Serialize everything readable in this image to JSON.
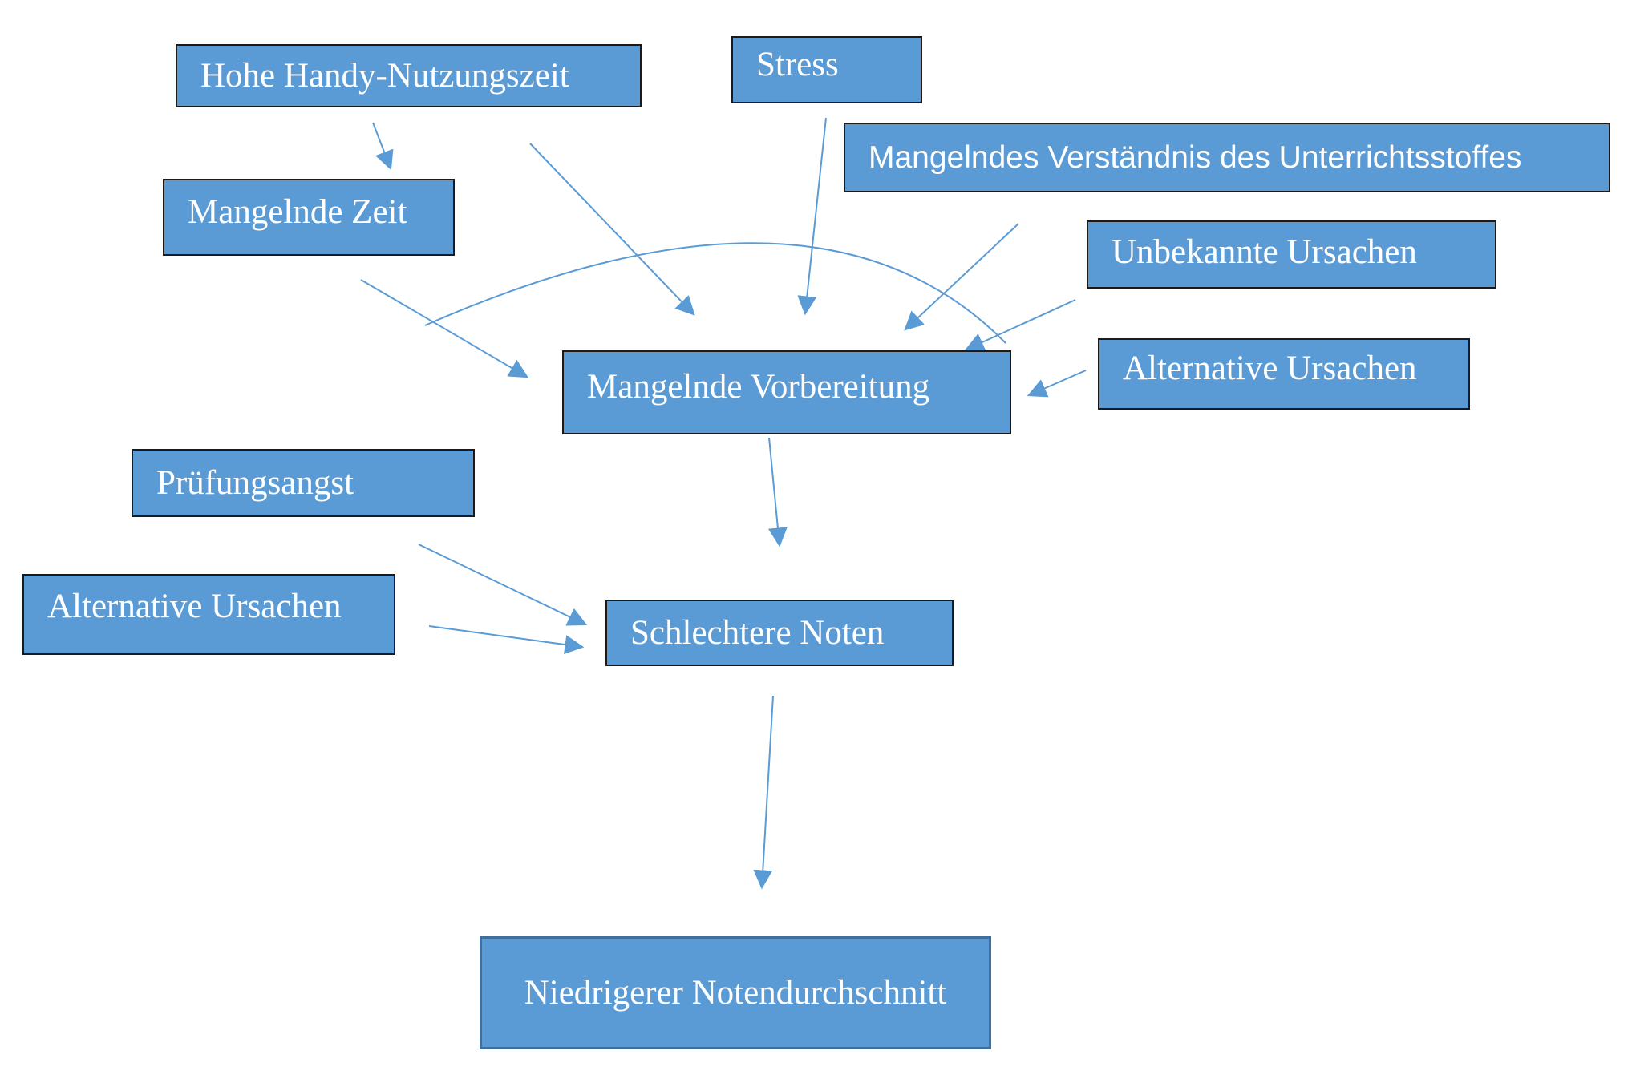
{
  "diagram": {
    "nodes": {
      "hohe": "Hohe Handy-Nutzungszeit",
      "stress": "Stress",
      "verstaendnis": "Mangelndes Verständnis des Unterrichtsstoffes",
      "zeit": "Mangelnde Zeit",
      "unbekannt": "Unbekannte Ursachen",
      "vorbereitung": "Mangelnde Vorbereitung",
      "alternativ1": "Alternative Ursachen",
      "pruefung": "Prüfungsangst",
      "alternativ2": "Alternative Ursachen",
      "schlechter": "Schlechtere Noten",
      "niedriger": "Niedrigerer Notendurchschnitt"
    },
    "edges": [
      {
        "from": "hohe",
        "to": "zeit"
      },
      {
        "from": "hohe",
        "to": "vorbereitung"
      },
      {
        "from": "zeit",
        "to": "vorbereitung"
      },
      {
        "from": "stress",
        "to": "vorbereitung"
      },
      {
        "from": "verstaendnis",
        "to": "vorbereitung"
      },
      {
        "from": "unbekannt",
        "to": "vorbereitung"
      },
      {
        "from": "alternativ1",
        "to": "vorbereitung"
      },
      {
        "from": "vorbereitung",
        "to": "vorbereitung"
      },
      {
        "from": "vorbereitung",
        "to": "schlechter"
      },
      {
        "from": "pruefung",
        "to": "schlechter"
      },
      {
        "from": "alternativ2",
        "to": "schlechter"
      },
      {
        "from": "schlechter",
        "to": "niedriger"
      }
    ],
    "colors": {
      "box_fill": "#5b9bd5",
      "box_border": "#1a1a1a",
      "box_text": "#ffffff",
      "arrow": "#5b9bd5"
    }
  }
}
